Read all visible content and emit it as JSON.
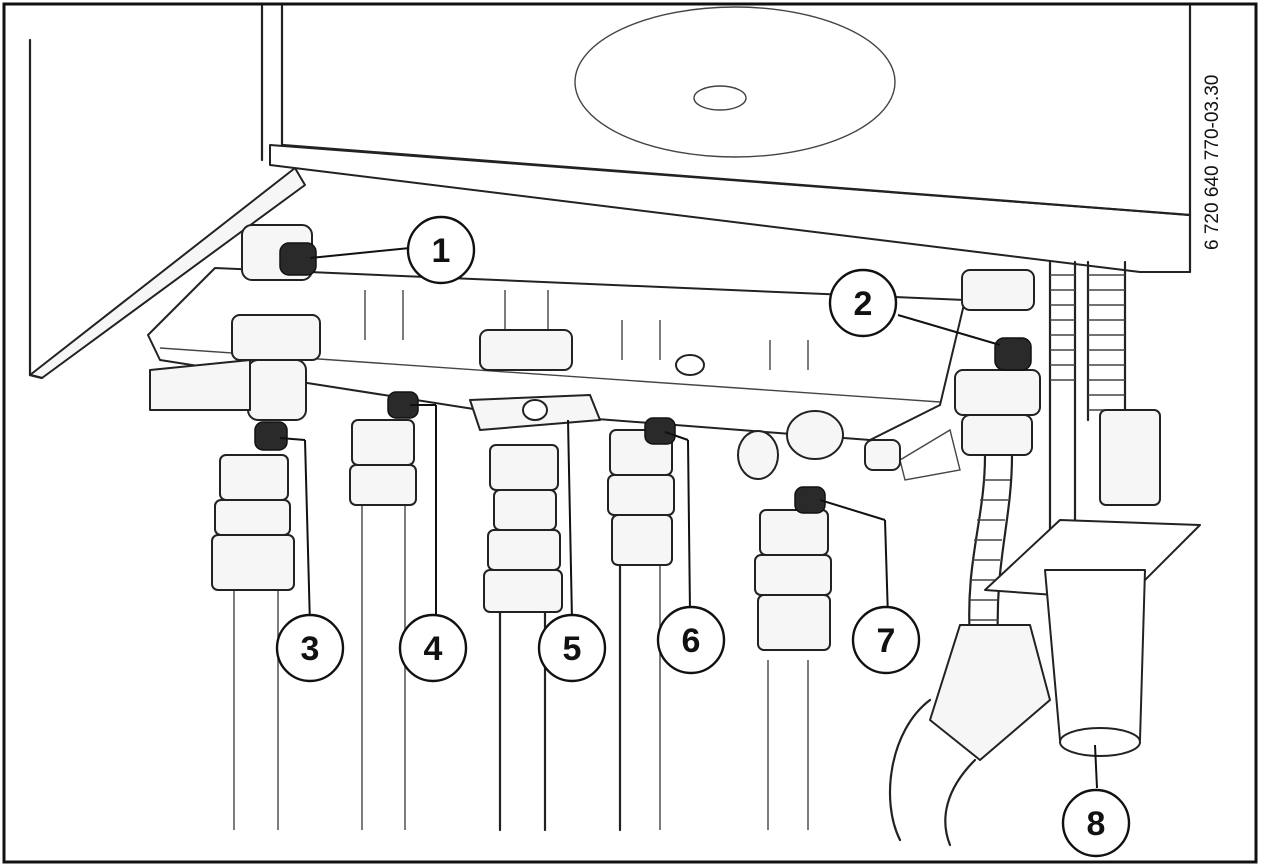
{
  "document_code": "6 720 640 770-03.30",
  "callouts": [
    {
      "id": "1",
      "label": "1"
    },
    {
      "id": "2",
      "label": "2"
    },
    {
      "id": "3",
      "label": "3"
    },
    {
      "id": "4",
      "label": "4"
    },
    {
      "id": "5",
      "label": "5"
    },
    {
      "id": "6",
      "label": "6"
    },
    {
      "id": "7",
      "label": "7"
    },
    {
      "id": "8",
      "label": "8"
    }
  ]
}
